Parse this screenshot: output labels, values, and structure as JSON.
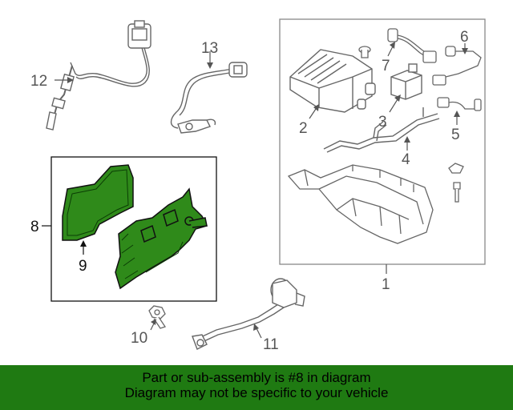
{
  "callouts": {
    "c1": "1",
    "c2": "2",
    "c3": "3",
    "c4": "4",
    "c5": "5",
    "c6": "6",
    "c7": "7",
    "c8": "8",
    "c9": "9",
    "c10": "10",
    "c11": "11",
    "c12": "12",
    "c13": "13"
  },
  "banner": {
    "line1": "Part or sub-assembly is #8 in diagram",
    "line2": "Diagram may not be specific to your vehicle"
  },
  "colors": {
    "highlight": "#2f8a1a",
    "banner": "#1f7a12",
    "line": "#666666"
  }
}
